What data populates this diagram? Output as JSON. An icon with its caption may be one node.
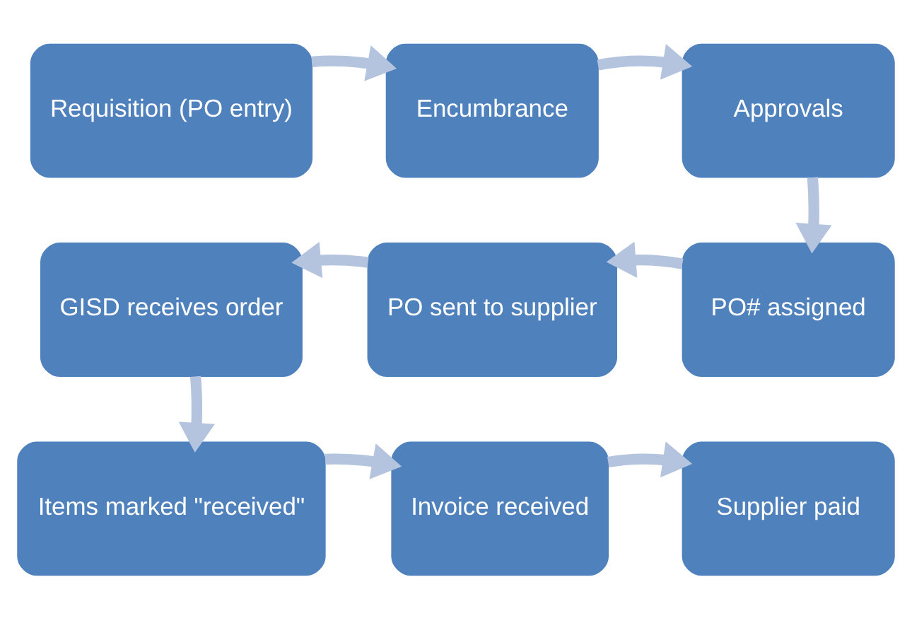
{
  "diagram": {
    "nodes": [
      {
        "text": [
          "Requisition (PO entry)"
        ]
      },
      {
        "text": [
          "Encumbrance"
        ]
      },
      {
        "text": [
          "Approvals"
        ]
      },
      {
        "text": [
          "PO# assigned"
        ]
      },
      {
        "text": [
          "PO sent to supplier"
        ]
      },
      {
        "text": [
          "GISD receives order"
        ]
      },
      {
        "text": [
          "Items marked \"received\""
        ]
      },
      {
        "text": [
          "Invoice received"
        ]
      },
      {
        "text": [
          "Supplier paid"
        ]
      }
    ],
    "edges": [
      {
        "from": 0,
        "to": 1,
        "arrow": "to"
      },
      {
        "from": 1,
        "to": 2,
        "arrow": "to"
      },
      {
        "from": 2,
        "to": 3,
        "arrow": "to"
      },
      {
        "from": 3,
        "to": 4,
        "arrow": "to"
      },
      {
        "from": 4,
        "to": 5,
        "arrow": "to"
      },
      {
        "from": 5,
        "to": 6,
        "arrow": "to"
      },
      {
        "from": 6,
        "to": 7,
        "arrow": "to"
      },
      {
        "from": 7,
        "to": 8,
        "arrow": "to"
      }
    ]
  }
}
